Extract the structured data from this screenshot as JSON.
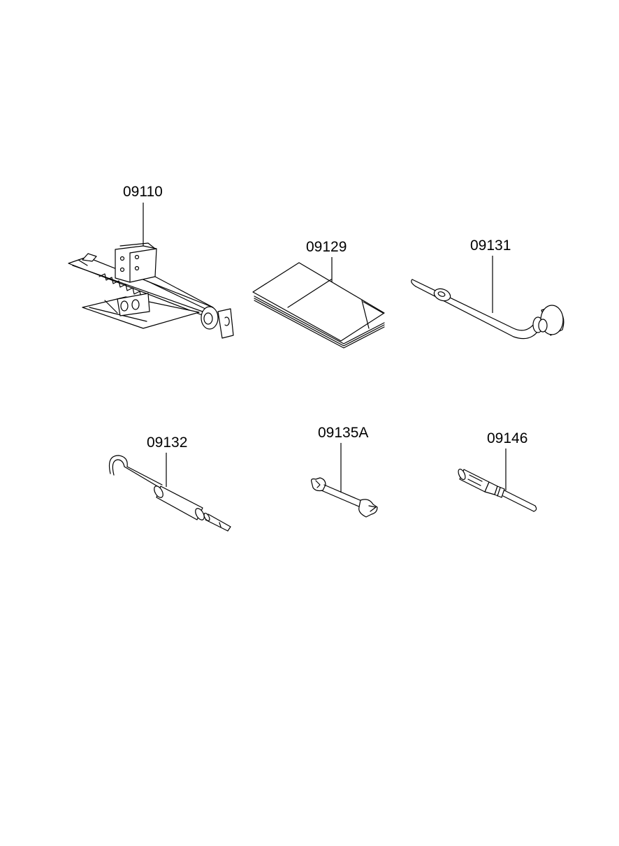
{
  "parts": [
    {
      "id": "jack",
      "label": "09110"
    },
    {
      "id": "manual",
      "label": "09129"
    },
    {
      "id": "wheel-wrench",
      "label": "09131"
    },
    {
      "id": "jack-handle",
      "label": "09132"
    },
    {
      "id": "spanner",
      "label": "09135A"
    },
    {
      "id": "screwdriver",
      "label": "09146"
    }
  ],
  "colors": {
    "background": "#ffffff",
    "lines": "#000000"
  }
}
